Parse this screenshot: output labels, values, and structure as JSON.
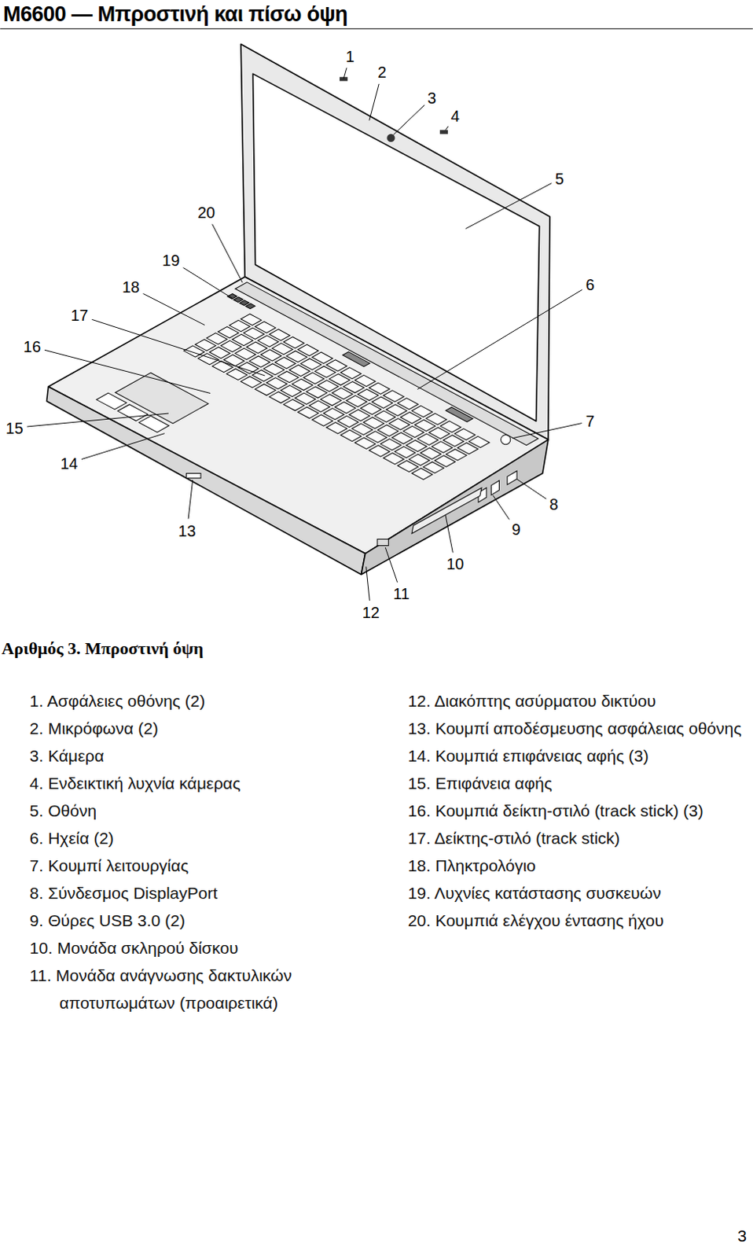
{
  "diagram": {
    "title": "M6600 — Μπροστινή και πίσω όψη",
    "caption": "Αριθμός 3. Μπροστινή όψη",
    "labels": [
      "1",
      "2",
      "3",
      "4",
      "5",
      "6",
      "7",
      "8",
      "9",
      "10",
      "11",
      "12",
      "13",
      "14",
      "15",
      "16",
      "17",
      "18",
      "19",
      "20",
      "1. Ασφάλειες οθόνης (2)",
      "2. Μικρόφωνα (2)",
      "3. Κάμερα",
      "4. Ενδεικτική λυχνία κάμερας",
      "5. Οθόνη",
      "6. Ηχεία (2)",
      "7. Κουμπί λειτουργίας",
      "8. Σύνδεσμος DisplayPort",
      "9. Θύρες USB 3.0 (2)",
      "10. Μονάδα σκληρού δίσκου",
      "11. Μονάδα ανάγνωσης δακτυλικών αποτυπωμάτων (προαιρετικά)",
      "12. Διακόπτης ασύρματου δικτύου",
      "13. Κουμπί αποδέσμευσης ασφάλειας οθόνης",
      "14. Κουμπιά επιφάνειας αφής (3)",
      "15. Επιφάνεια αφής",
      "16. Κουμπιά δείκτη-στιλό (track stick) (3)",
      "17. Δείκτης-στιλό (track stick)",
      "18. Πληκτρολόγιο",
      "19. Λυχνίες κατάστασης συσκευών",
      "20. Κουμπιά ελέγχου έντασης ήχου",
      "3"
    ]
  }
}
